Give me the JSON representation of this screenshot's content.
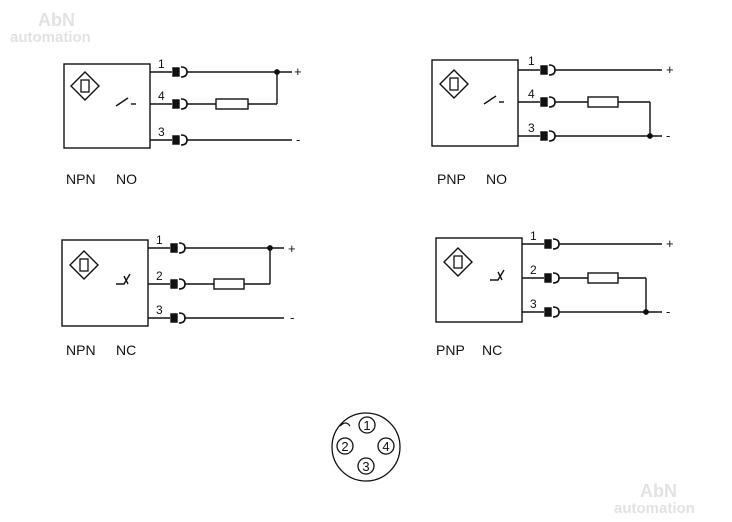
{
  "watermark": {
    "brand": "AbN",
    "sub": "automation"
  },
  "diagrams": [
    {
      "type": "NPN",
      "contact": "NO",
      "pins": [
        "1",
        "4",
        "3"
      ],
      "polarity": [
        "+",
        "-"
      ]
    },
    {
      "type": "PNP",
      "contact": "NO",
      "pins": [
        "1",
        "4",
        "3"
      ],
      "polarity": [
        "+",
        "-"
      ]
    },
    {
      "type": "NPN",
      "contact": "NC",
      "pins": [
        "1",
        "2",
        "3"
      ],
      "polarity": [
        "+",
        "-"
      ]
    },
    {
      "type": "PNP",
      "contact": "NC",
      "pins": [
        "1",
        "2",
        "3"
      ],
      "polarity": [
        "+",
        "-"
      ]
    }
  ],
  "connector": {
    "pins": [
      "1",
      "2",
      "4",
      "3"
    ]
  },
  "colors": {
    "line": "#111111",
    "watermark": "#e2e2e2",
    "background": "#ffffff"
  }
}
